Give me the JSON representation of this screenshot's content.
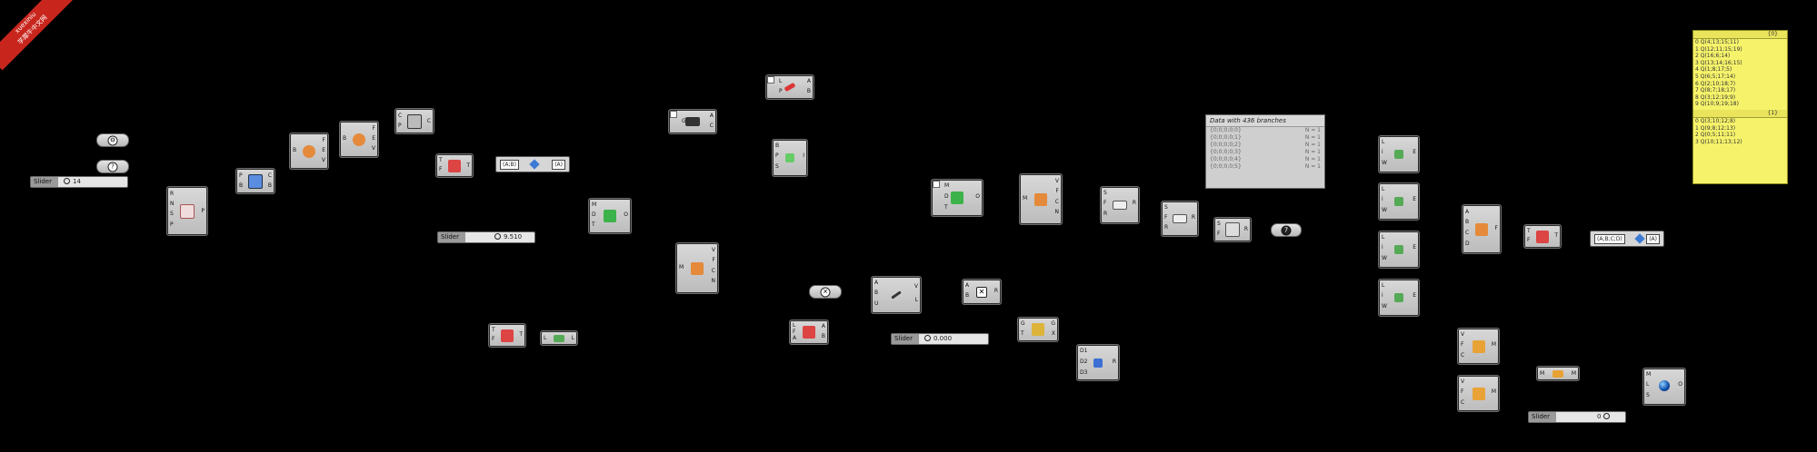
{
  "watermark": {
    "line1": "xuexiniu",
    "line2": "学犀牛中文网",
    "color": "#c8261d"
  },
  "sliders": [
    {
      "label": "Slider",
      "value": "14"
    },
    {
      "label": "Slider",
      "value": "9.510"
    },
    {
      "label": "Slider",
      "value": "0.000"
    },
    {
      "label": "Slider",
      "value": "0"
    }
  ],
  "panel": {
    "title": "Data with 436 branches",
    "rows": [
      {
        "path": "{0;0;0;0;0}",
        "val": "N = 1"
      },
      {
        "path": "{0;0;0;0;1}",
        "val": "N = 1"
      },
      {
        "path": "{0;0;0;0;2}",
        "val": "N = 1"
      },
      {
        "path": "{0;0;0;0;3}",
        "val": "N = 1"
      },
      {
        "path": "{0;0;0;0;4}",
        "val": "N = 1"
      },
      {
        "path": "{0;0;0;0;5}",
        "val": "N = 1"
      }
    ]
  },
  "yellow_panel": {
    "header1": "{0}",
    "rows1": [
      "0 Q(4;13;15;11)",
      "1 Q(12;11;15;19)",
      "2 Q(16;6;14)",
      "3 Q(13;14;16;15)",
      "4 Q(1;8;17;5)",
      "5 Q(6;5;17;14)",
      "6 Q(2;10;18;7)",
      "7 Q(8;7;18;17)",
      "8 Q(3;12;19;9)",
      "9 Q(10;9;19;18)"
    ],
    "header2": "{1}",
    "rows2": [
      "0 Q(3;10;12;8)",
      "1 Q(9;8;12;13)",
      "2 Q(0;5;11;11)",
      "3 Q(10;11;13;12)"
    ]
  },
  "expressions": [
    {
      "left": "(A;B)",
      "right": "(A)"
    },
    {
      "left": "(A;B;C;D)",
      "right": "(A)"
    }
  ],
  "number_node": "7",
  "components": [
    {
      "id": "c1",
      "ins": [
        "R",
        "N",
        "S",
        "P"
      ],
      "outs": [
        "P"
      ]
    },
    {
      "id": "c2",
      "ins": [
        "P",
        "B"
      ],
      "outs": [
        "C",
        "B"
      ]
    },
    {
      "id": "c3",
      "ins": [
        "B"
      ],
      "outs": [
        "F",
        "E",
        "V"
      ]
    },
    {
      "id": "c4",
      "ins": [
        "B"
      ],
      "outs": [
        "F",
        "E",
        "V"
      ]
    },
    {
      "id": "c5",
      "ins": [
        "C",
        "P"
      ],
      "outs": [
        "C"
      ]
    },
    {
      "id": "c6",
      "ins": [
        "T",
        "F"
      ],
      "outs": [
        "T"
      ]
    },
    {
      "id": "c7",
      "ins": [
        "M",
        "D",
        "T"
      ],
      "outs": [
        "O"
      ]
    },
    {
      "id": "c8",
      "ins": [
        "G"
      ],
      "outs": [
        "A",
        "C"
      ]
    },
    {
      "id": "c9",
      "ins": [
        "L",
        "P"
      ],
      "outs": [
        "A",
        "B"
      ]
    },
    {
      "id": "c10",
      "ins": [
        "B",
        "P",
        "S"
      ],
      "outs": [
        "I"
      ]
    },
    {
      "id": "c11",
      "ins": [
        "M"
      ],
      "outs": [
        "V",
        "F",
        "C",
        "N"
      ]
    },
    {
      "id": "c12",
      "ins": [
        "T",
        "F"
      ],
      "outs": [
        "T"
      ]
    },
    {
      "id": "c13",
      "ins": [
        "L"
      ],
      "outs": [
        "L"
      ]
    },
    {
      "id": "c14",
      "ins": [
        "L",
        "F",
        "A"
      ],
      "outs": [
        "A",
        "B"
      ]
    },
    {
      "id": "c15",
      "ins": [
        "A",
        "B",
        "U"
      ],
      "outs": [
        "V",
        "L"
      ]
    },
    {
      "id": "c16",
      "ins": [
        "A",
        "B"
      ],
      "outs": [
        "R"
      ]
    },
    {
      "id": "c17",
      "ins": [
        "M",
        "D",
        "T"
      ],
      "outs": [
        "O"
      ]
    },
    {
      "id": "c18",
      "ins": [
        "M"
      ],
      "outs": [
        "V",
        "F",
        "C",
        "N"
      ]
    },
    {
      "id": "c19",
      "ins": [
        "G",
        "T"
      ],
      "outs": [
        "G",
        "X"
      ]
    },
    {
      "id": "c20",
      "ins": [
        "D1",
        "D2",
        "D3"
      ],
      "outs": [
        "R"
      ]
    },
    {
      "id": "c21",
      "ins": [
        "S",
        "F",
        "R"
      ],
      "outs": [
        "R"
      ]
    },
    {
      "id": "c22",
      "ins": [
        "S",
        "F",
        "R"
      ],
      "outs": [
        "R"
      ]
    },
    {
      "id": "c23",
      "ins": [
        "S",
        "F"
      ],
      "outs": [
        "R"
      ]
    },
    {
      "id": "c24",
      "ins": [
        "L",
        "i",
        "W"
      ],
      "outs": [
        "E"
      ]
    },
    {
      "id": "c25",
      "ins": [
        "L",
        "i",
        "W"
      ],
      "outs": [
        "E"
      ]
    },
    {
      "id": "c26",
      "ins": [
        "L",
        "i",
        "W"
      ],
      "outs": [
        "E"
      ]
    },
    {
      "id": "c27",
      "ins": [
        "L",
        "i",
        "W"
      ],
      "outs": [
        "E"
      ]
    },
    {
      "id": "c28",
      "ins": [
        "A",
        "B",
        "C",
        "D"
      ],
      "outs": [
        "F"
      ]
    },
    {
      "id": "c29",
      "ins": [
        "T",
        "F"
      ],
      "outs": [
        "T"
      ]
    },
    {
      "id": "c30",
      "ins": [
        "V",
        "F",
        "C"
      ],
      "outs": [
        "M"
      ]
    },
    {
      "id": "c31",
      "ins": [
        "V",
        "F",
        "C"
      ],
      "outs": [
        "M"
      ]
    },
    {
      "id": "c32",
      "ins": [
        "M"
      ],
      "outs": [
        "M"
      ]
    },
    {
      "id": "c33",
      "ins": [
        "M",
        "L",
        "S"
      ],
      "outs": [
        "O"
      ]
    }
  ],
  "colors": {
    "canvas": "#000000",
    "component": "#cfcfcf",
    "panel_yellow": "#f6f36b"
  }
}
